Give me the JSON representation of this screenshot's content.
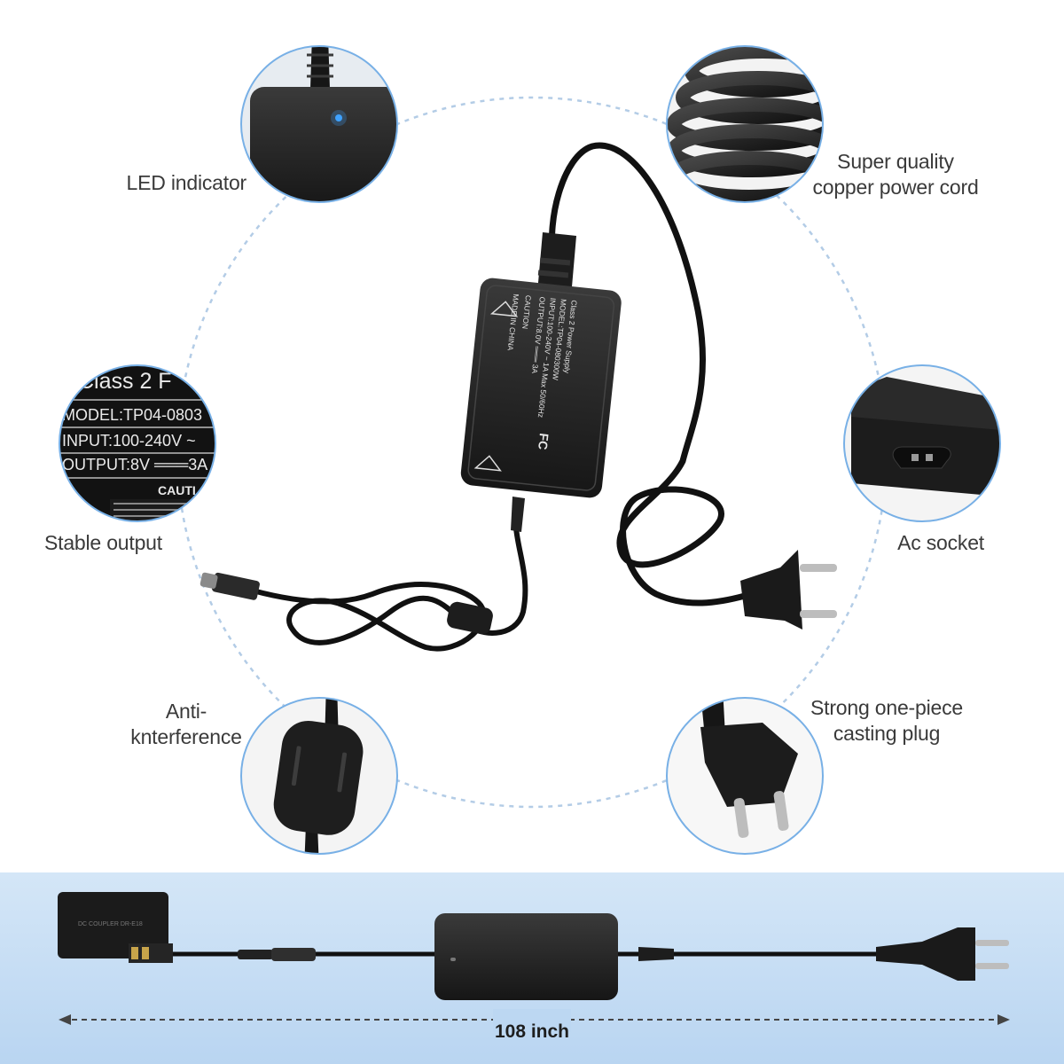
{
  "features": {
    "led": [
      "LED indicator"
    ],
    "copper": [
      "Super quality",
      "copper power cord"
    ],
    "stable": [
      "Stable output"
    ],
    "ac": [
      "Ac socket"
    ],
    "anti": [
      "Anti-",
      "knterference"
    ],
    "plug": [
      "Strong one-piece",
      "casting plug"
    ]
  },
  "label_closeup": {
    "class": "Class 2 F",
    "model": "MODEL:TP04-0803",
    "input": "INPUT:100-240V ~",
    "output": "OUTPUT:8V ═══3A",
    "caution": "CAUTI"
  },
  "adapter_label": {
    "line1": "Class 2 Power Supply",
    "line2": "MODEL:TP04-080300W",
    "line3": "INPUT:100-240V ~ 1A Max 50/60Hz",
    "line4": "OUTPUT:8.0V ═══ 3A",
    "caution": "CAUTION",
    "made": "MADE IN CHINA",
    "cert": "FC"
  },
  "coupler_text": "DC COUPLER DR-E18",
  "dimension": {
    "length": "108 inch"
  },
  "colors": {
    "accent_blue": "#3fa2ff",
    "panel_blue": "#c6ddf4",
    "dashed_circle": "#b3cce6"
  }
}
